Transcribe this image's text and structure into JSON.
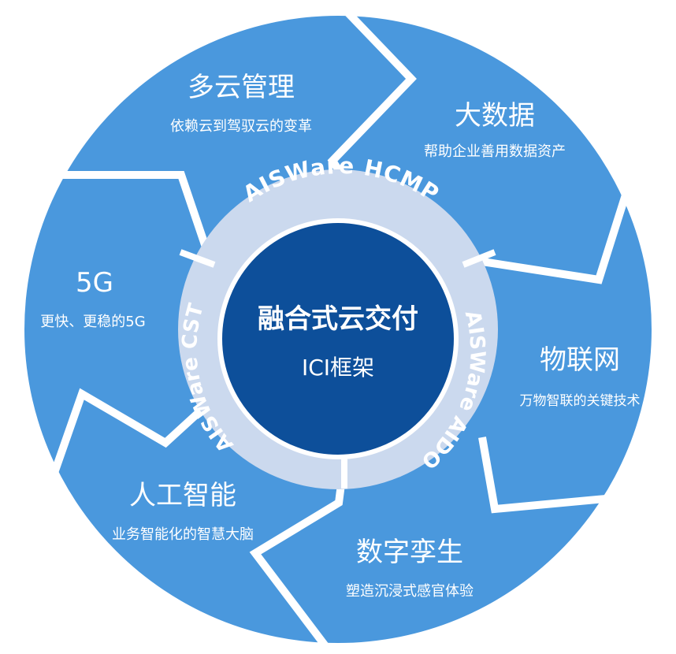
{
  "colors": {
    "outer": "#4a98dd",
    "divider": "#ffffff",
    "ring": "#cbd9ee",
    "ring_text": "#ffffff",
    "core": "#0d4f9a",
    "core_edge": "#ffffff"
  },
  "center": {
    "title": "融合式云交付",
    "subtitle": "ICI框架"
  },
  "ring_labels": [
    {
      "id": "hcmp",
      "text": "AISWare  HCMP"
    },
    {
      "id": "aido",
      "text": "AISWare AIDO"
    },
    {
      "id": "cst",
      "text": "AISWare  CST"
    }
  ],
  "segments": [
    {
      "id": "multi-cloud",
      "title": "多云管理",
      "subtitle": "依赖云到驾驭云的变革"
    },
    {
      "id": "big-data",
      "title": "大数据",
      "subtitle": "帮助企业善用数据资产"
    },
    {
      "id": "iot",
      "title": "物联网",
      "subtitle": "万物智联的关键技术"
    },
    {
      "id": "digital-twin",
      "title": "数字孪生",
      "subtitle": "塑造沉浸式感官体验"
    },
    {
      "id": "ai",
      "title": "人工智能",
      "subtitle": "业务智能化的智慧大脑"
    },
    {
      "id": "5g",
      "title": "5G",
      "subtitle": "更快、更稳的5G"
    }
  ]
}
